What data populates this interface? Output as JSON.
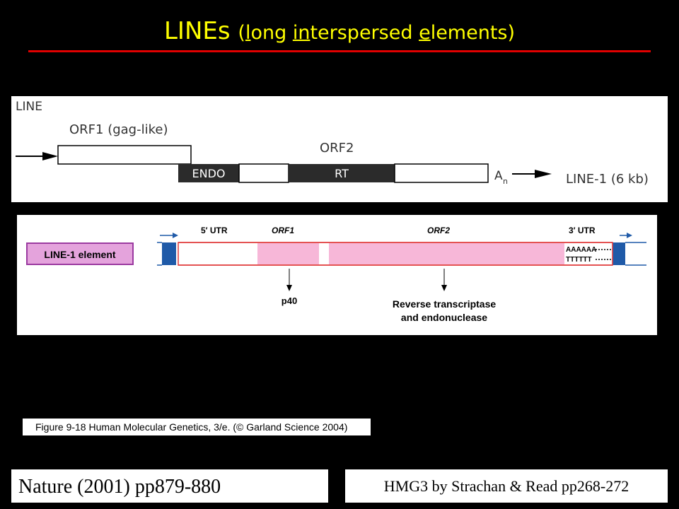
{
  "slide": {
    "title_main": "LINEs",
    "title_open": "(",
    "title_l": "l",
    "title_ong": "ong ",
    "title_in": "in",
    "title_terspersed": "terspersed ",
    "title_e": "e",
    "title_lements": "lements",
    "title_close": ")",
    "title_color": "#ffff00",
    "rule_color": "#e00000"
  },
  "diagram_top": {
    "line_label": "LINE",
    "orf1_label": "ORF1 (gag-like)",
    "orf2_label": "ORF2",
    "endo_label": "ENDO",
    "rt_label": "RT",
    "polya_a": "A",
    "polya_n": "n",
    "length_label": "LINE-1 (6 kb)"
  },
  "diagram_bottom": {
    "element_label": "LINE-1 element",
    "utr5_label": "5′ UTR",
    "orf1_label": "ORF1",
    "orf2_label": "ORF2",
    "utr3_label": "3′ UTR",
    "polya_top": "AAAAAA",
    "polya_bottom": "TTTTTT",
    "p40_label": "p40",
    "rt_line1": "Reverse transcriptase",
    "rt_line2": "and endonuclease",
    "orf_color": "#f7b7d8",
    "repeat_color": "#1f5aa8",
    "label_fill": "#e4a3dc",
    "label_border": "#9b3aa0"
  },
  "caption": "Figure 9-18  Human Molecular Genetics, 3/e. (© Garland Science 2004)",
  "references": {
    "left": "Nature (2001) pp879-880",
    "right": "HMG3 by Strachan & Read pp268-272"
  }
}
